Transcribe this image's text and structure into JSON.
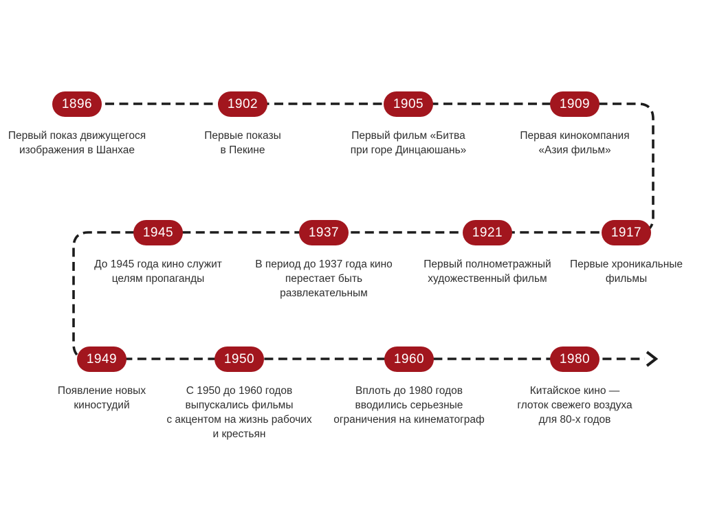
{
  "page": {
    "background_color": "#ffffff",
    "description": "Timeline of Chinese cinema history (Russian)"
  },
  "timeline": {
    "accent_color": "#a2161e",
    "line_color": "#1c1c1c",
    "text_color": "#2e2e2e",
    "badge_text_color": "#ffffff",
    "line_style": "dashed",
    "end_marker": "arrow-right",
    "rows": [
      {
        "direction": "left-to-right",
        "items": [
          {
            "year": "1896",
            "caption": "Первый показ движущегося\nизображения в Шанхае"
          },
          {
            "year": "1902",
            "caption": "Первые показы\nв Пекине"
          },
          {
            "year": "1905",
            "caption": "Первый фильм «Битва\nпри горе Динцаюшань»"
          },
          {
            "year": "1909",
            "caption": "Первая кинокомпания\n«Азия фильм»"
          }
        ]
      },
      {
        "direction": "right-to-left",
        "items": [
          {
            "year": "1945",
            "caption": "До 1945 года кино служит\nцелям пропаганды"
          },
          {
            "year": "1937",
            "caption": "В период до 1937 года кино\nперестает быть\nразвлекательным"
          },
          {
            "year": "1921",
            "caption": "Первый полнометражный\nхудожественный фильм"
          },
          {
            "year": "1917",
            "caption": "Первые хроникальные\nфильмы"
          }
        ]
      },
      {
        "direction": "left-to-right",
        "items": [
          {
            "year": "1949",
            "caption": "Появление новых\nкиностудий"
          },
          {
            "year": "1950",
            "caption": "С 1950 до 1960 годов\nвыпускались фильмы\nс акцентом на жизнь рабочих\nи крестьян"
          },
          {
            "year": "1960",
            "caption": "Вплоть до 1980 годов\nвводились серьезные\nограничения на кинематограф"
          },
          {
            "year": "1980",
            "caption": "Китайское кино —\nглоток свежего воздуха\nдля 80-х годов"
          }
        ]
      }
    ]
  }
}
